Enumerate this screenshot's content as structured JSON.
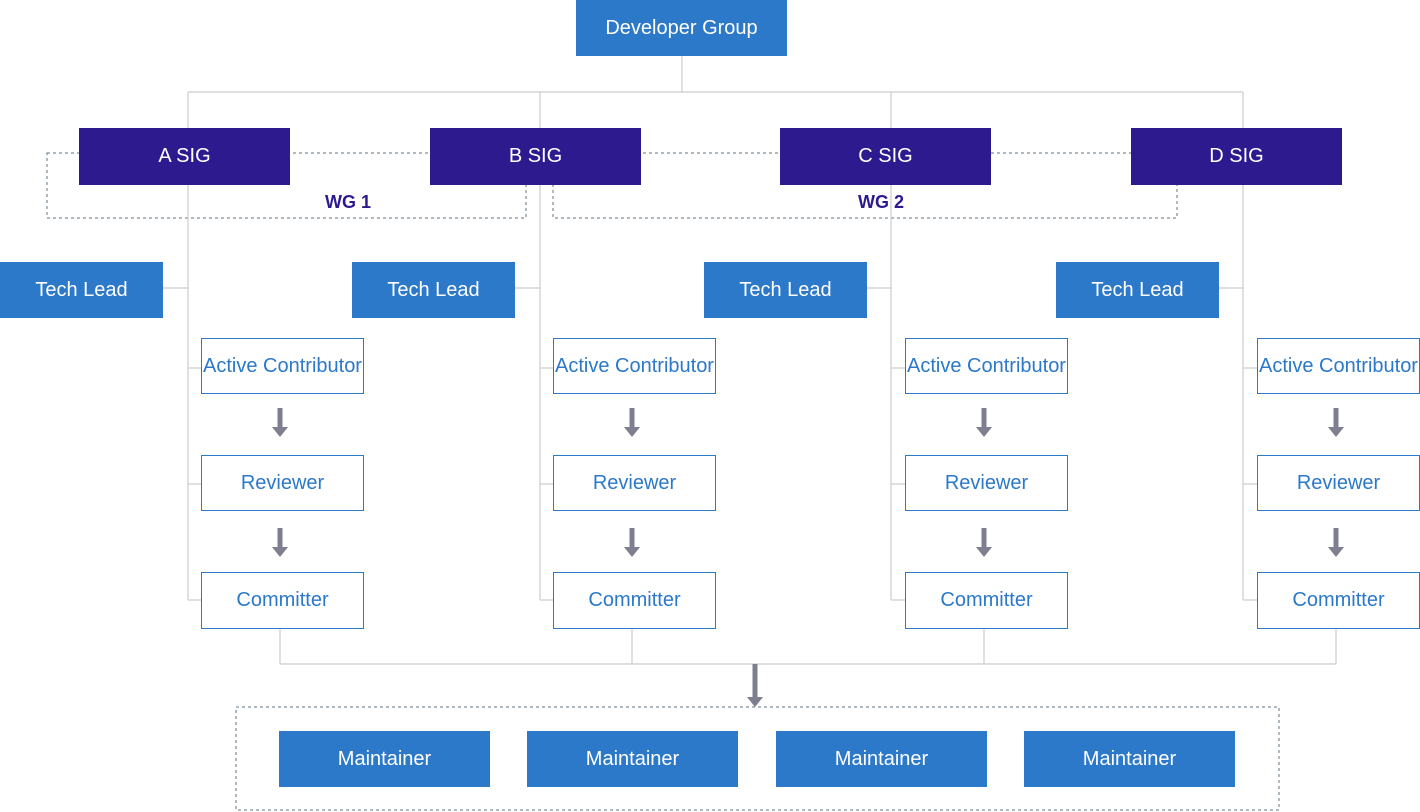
{
  "root": {
    "label": "Developer Group"
  },
  "sigs": [
    {
      "label": "A SIG",
      "tech_lead": "Tech Lead",
      "roles": [
        "Active Contributor",
        "Reviewer",
        "Committer"
      ]
    },
    {
      "label": "B SIG",
      "tech_lead": "Tech Lead",
      "roles": [
        "Active Contributor",
        "Reviewer",
        "Committer"
      ]
    },
    {
      "label": "C SIG",
      "tech_lead": "Tech Lead",
      "roles": [
        "Active Contributor",
        "Reviewer",
        "Committer"
      ]
    },
    {
      "label": "D SIG",
      "tech_lead": "Tech Lead",
      "roles": [
        "Active Contributor",
        "Reviewer",
        "Committer"
      ]
    }
  ],
  "working_groups": [
    {
      "label": "WG 1"
    },
    {
      "label": "WG 2"
    }
  ],
  "maintainers": [
    "Maintainer",
    "Maintainer",
    "Maintainer",
    "Maintainer"
  ],
  "colors": {
    "blue": "#2c78c9",
    "purple": "#2d1a8f",
    "connector": "#cccccc",
    "arrow": "#7d7f8f",
    "dashed": "#5e7385"
  }
}
